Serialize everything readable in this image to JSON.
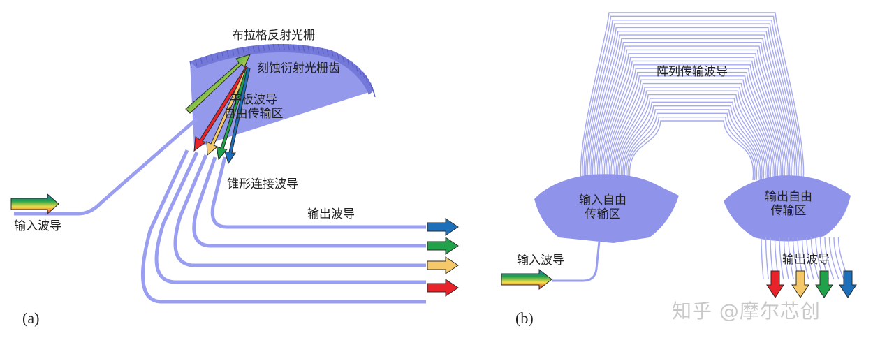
{
  "panel_a": {
    "letter": "(a)",
    "label_grating": "布拉格反射光栅",
    "label_etched": "刻蚀衍射光栅齿",
    "label_slab_1": "平板波导",
    "label_slab_2": "自由传输区",
    "label_taper": "锥形连接波导",
    "label_output": "输出波导",
    "label_input": "输入波导"
  },
  "panel_b": {
    "letter": "(b)",
    "label_array": "阵列传输波导",
    "label_in_fpr_1": "输入自由",
    "label_in_fpr_2": "传输区",
    "label_out_fpr_1": "输出自由",
    "label_out_fpr_2": "传输区",
    "label_input": "输入波导",
    "label_output": "输出波导"
  },
  "watermark": "知乎 @摩尔芯创",
  "colors": {
    "waveguide": "#9a9ef0",
    "region_fill": "#8f93ea",
    "grating_dark": "#7f84e0",
    "arrow_red": "#e8232a",
    "arrow_yellow": "#f5c96a",
    "arrow_green": "#21a24a",
    "arrow_blue": "#1c6fb8"
  }
}
